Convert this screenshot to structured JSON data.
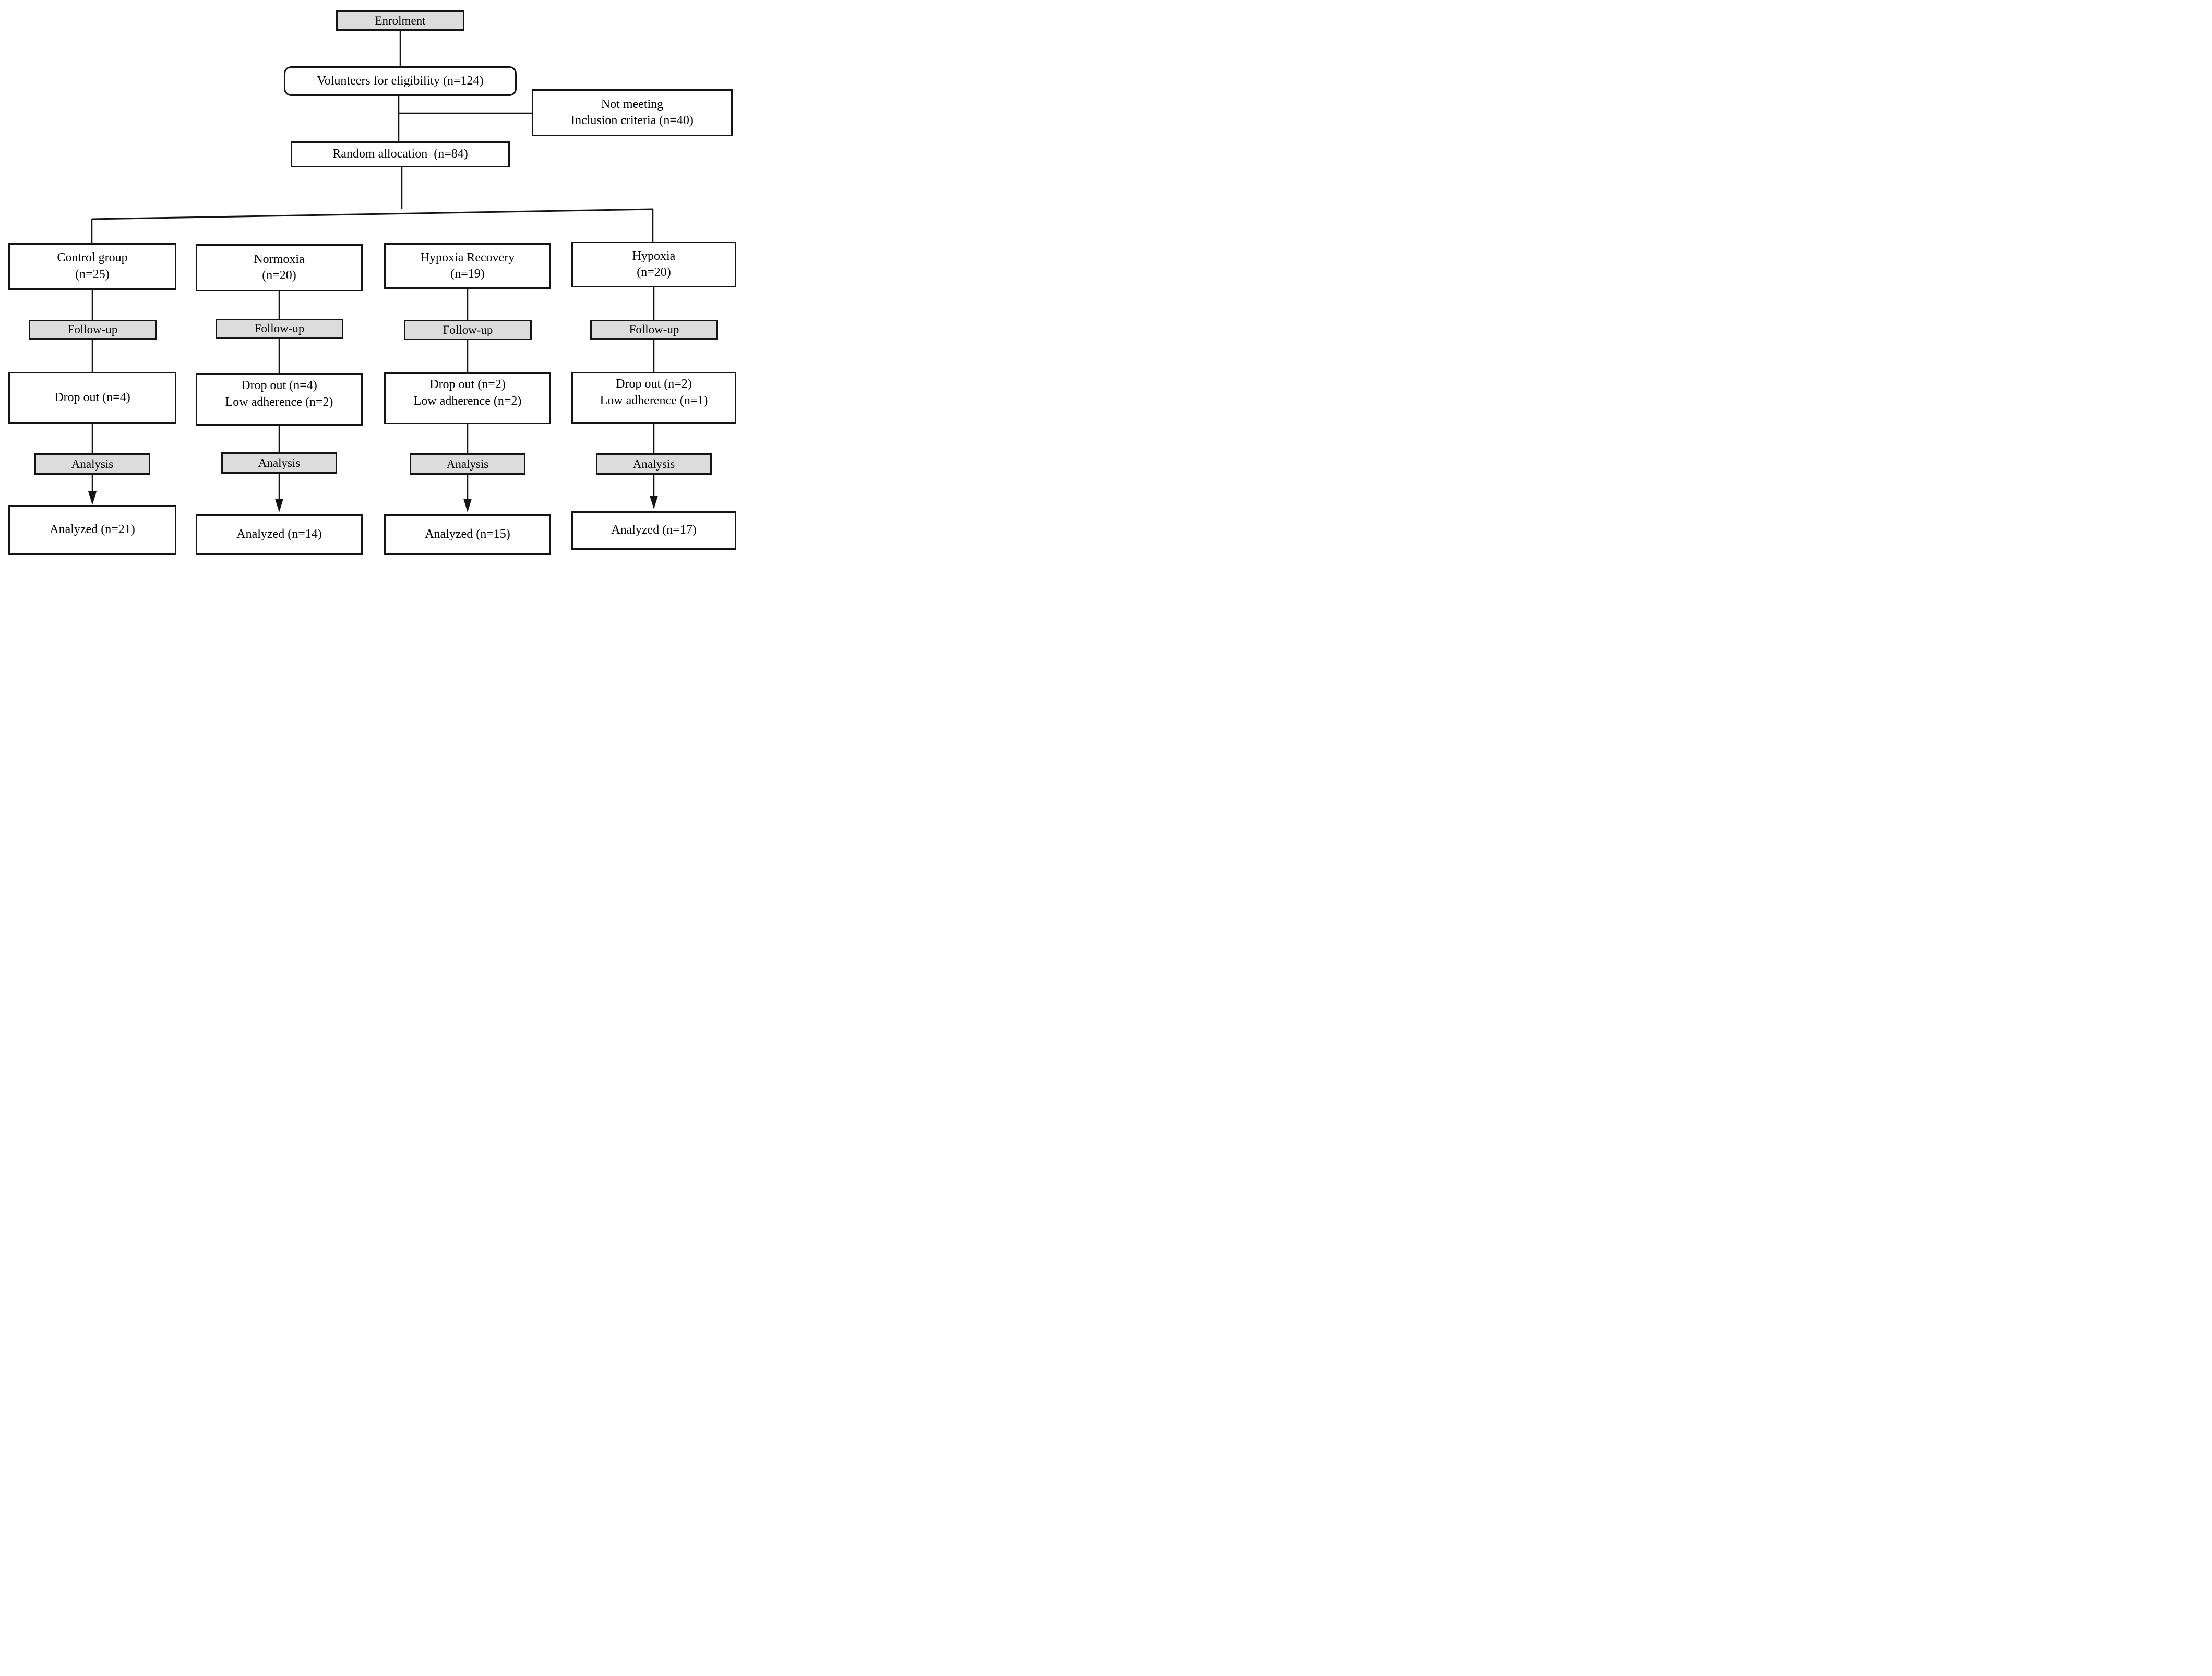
{
  "flowchart": {
    "enrolment": {
      "label": "Enrolment"
    },
    "eligibility": {
      "label": "Volunteers for eligibility (n=124)"
    },
    "exclusion": {
      "line1": "Not meeting",
      "line2": "Inclusion criteria (n=40)"
    },
    "random_allocation": {
      "label": "Random allocation  (n=84)"
    },
    "stage_labels": {
      "follow_up": "Follow-up",
      "analysis": "Analysis"
    },
    "groups": [
      {
        "name_line1": "Control group",
        "name_line2": "(n=25)",
        "dropout_line1": "Drop out (n=4)",
        "dropout_line2": "",
        "analyzed": "Analyzed (n=21)"
      },
      {
        "name_line1": "Normoxia",
        "name_line2": "(n=20)",
        "dropout_line1": "Drop out (n=4)",
        "dropout_line2": "Low adherence (n=2)",
        "analyzed": "Analyzed (n=14)"
      },
      {
        "name_line1": "Hypoxia Recovery",
        "name_line2": "(n=19)",
        "dropout_line1": "Drop out (n=2)",
        "dropout_line2": "Low adherence (n=2)",
        "analyzed": "Analyzed (n=15)"
      },
      {
        "name_line1": "Hypoxia",
        "name_line2": "(n=20)",
        "dropout_line1": "Drop out (n=2)",
        "dropout_line2": "Low adherence (n=1)",
        "analyzed": "Analyzed (n=17)"
      }
    ],
    "colors": {
      "header_fill": "#dcdcdc",
      "box_border": "#141414",
      "background": "#ffffff",
      "text": "#000000"
    }
  }
}
